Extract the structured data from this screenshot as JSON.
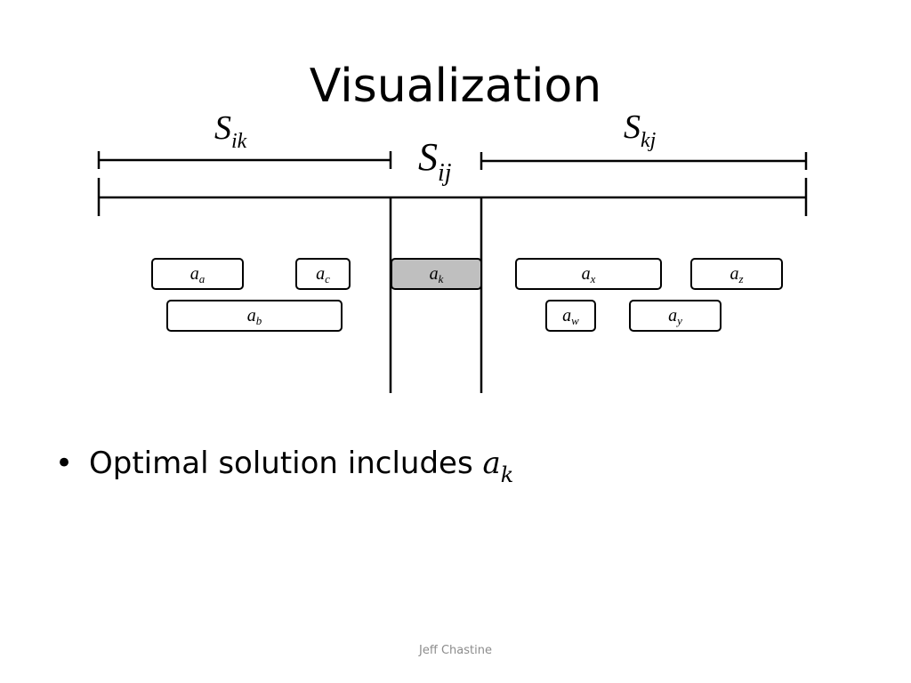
{
  "slide": {
    "title": "Visualization",
    "footer": "Jeff Chastine"
  },
  "labels": {
    "s_ik": {
      "base": "S",
      "sub": "ik"
    },
    "s_ij": {
      "base": "S",
      "sub": "ij"
    },
    "s_kj": {
      "base": "S",
      "sub": "kj"
    }
  },
  "activities": {
    "a_a": {
      "base": "a",
      "sub": "a"
    },
    "a_c": {
      "base": "a",
      "sub": "c"
    },
    "a_k": {
      "base": "a",
      "sub": "k"
    },
    "a_x": {
      "base": "a",
      "sub": "x"
    },
    "a_z": {
      "base": "a",
      "sub": "z"
    },
    "a_b": {
      "base": "a",
      "sub": "b"
    },
    "a_w": {
      "base": "a",
      "sub": "w"
    },
    "a_y": {
      "base": "a",
      "sub": "y"
    }
  },
  "bullet": {
    "symbol": "•",
    "text": "Optimal solution includes ",
    "math_base": "a",
    "math_sub": "k"
  },
  "colors": {
    "selected_fill": "#bfbfbf",
    "footer_text": "#8c8c8c"
  }
}
